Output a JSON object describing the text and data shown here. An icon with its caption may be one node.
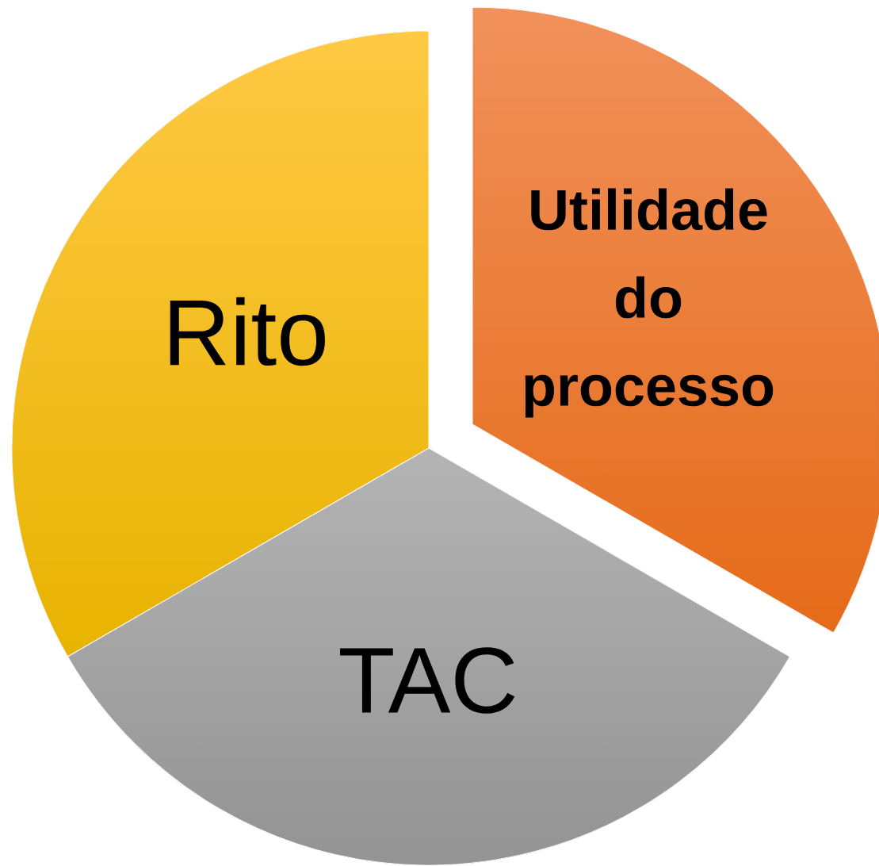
{
  "diagram": {
    "nodes": [
      {
        "text": [
          "Rito"
        ]
      },
      {
        "text": [
          "Utilidade do processo"
        ]
      },
      {
        "text": [
          "TAC"
        ]
      }
    ]
  }
}
